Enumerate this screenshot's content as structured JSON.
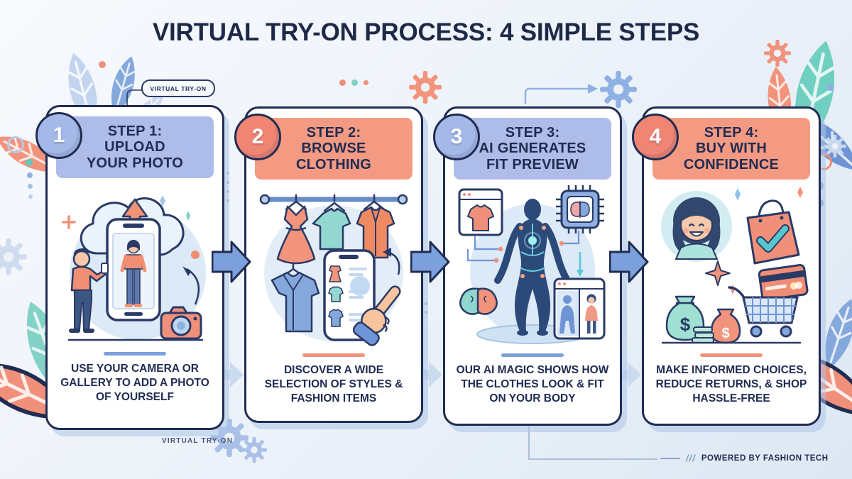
{
  "title": "VIRTUAL TRY-ON PROCESS: 4 SIMPLE STEPS",
  "tags": {
    "top_pill": "VIRTUAL TRY-ON",
    "bottom_label": "VIRTUAL TRY-ON"
  },
  "footer": {
    "slashes": "///",
    "powered_by": "POWERED BY FASHION TECH"
  },
  "steps": [
    {
      "number": "1",
      "title_lines": [
        "STEP 1:",
        "UPLOAD",
        "YOUR PHOTO"
      ],
      "caption": "USE YOUR CAMERA OR GALLERY TO ADD A PHOTO OF YOURSELF",
      "accent": "#aebce9",
      "icons": [
        "cloud-upload-icon",
        "smartphone-photo-icon",
        "person-icon",
        "camera-icon"
      ]
    },
    {
      "number": "2",
      "title_lines": [
        "STEP 2:",
        "BROWSE",
        "CLOTHING"
      ],
      "caption": "DISCOVER A WIDE SELECTION OF STYLES & FASHION ITEMS",
      "accent": "#f59a82",
      "icons": [
        "clothes-rack-icon",
        "dress-icon",
        "tshirt-icon",
        "jacket-icon",
        "smartphone-list-icon",
        "hand-tap-icon"
      ]
    },
    {
      "number": "3",
      "title_lines": [
        "STEP 3:",
        "AI GENERATES",
        "FIT PREVIEW"
      ],
      "caption": "OUR AI MAGIC SHOWS HOW THE CLOTHES LOOK & FIT ON YOUR BODY",
      "accent": "#b3c1ec",
      "icons": [
        "body-scan-icon",
        "ai-chip-icon",
        "brain-icon",
        "browser-tshirt-icon",
        "fit-comparison-icon"
      ]
    },
    {
      "number": "4",
      "title_lines": [
        "STEP 4:",
        "BUY WITH",
        "CONFIDENCE"
      ],
      "caption": "MAKE INFORMED CHOICES, REDUCE RETURNS, & SHOP HASSLE-FREE",
      "accent": "#f59a82",
      "icons": [
        "happy-customer-icon",
        "shopping-bag-check-icon",
        "money-bags-icon",
        "shopping-cart-icon",
        "credit-card-icon"
      ]
    }
  ],
  "colors": {
    "navy": "#202c52",
    "header_blue": "#aebce9",
    "header_coral": "#f59a82",
    "badge_blue": "#a5b9e8",
    "badge_coral": "#f08573",
    "arrow_blue": "#7ba0dc",
    "teal": "#7fd0c4",
    "coral": "#f2937c",
    "background": "#e9f0f8"
  }
}
